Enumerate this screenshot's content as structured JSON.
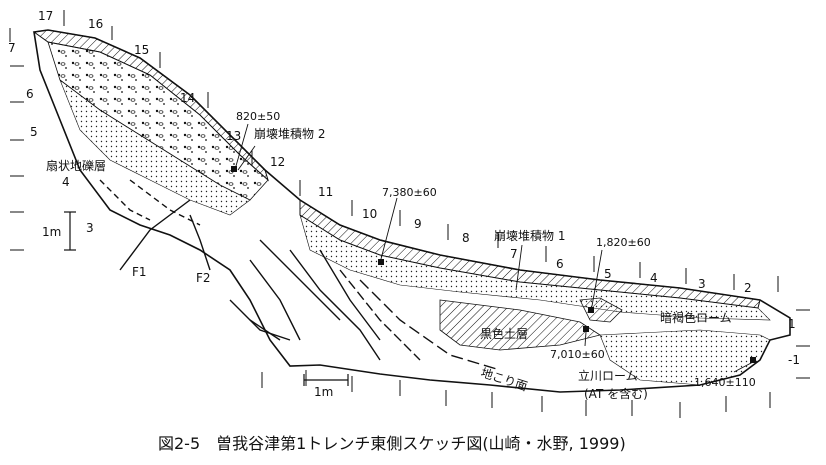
{
  "figure": {
    "caption": "図2-5　曽我谷津第1トレンチ東側スケッチ図(山崎・水野, 1999)"
  },
  "trench": {
    "section_numbers_top": [
      "17",
      "16",
      "15",
      "14",
      "13",
      "12",
      "11",
      "10",
      "9",
      "8",
      "7",
      "6",
      "5",
      "4",
      "3",
      "2"
    ],
    "side_numbers": [
      "7",
      "6",
      "5",
      "4",
      "3",
      "1",
      "-1"
    ],
    "dates": [
      "820±50",
      "7,380±60",
      "1,820±60",
      "7,010±60",
      "1,640±110"
    ],
    "layer_labels": {
      "collapse_deposit_2": "崩壊堆積物 2",
      "collapse_deposit_1": "崩壊堆積物 1",
      "fan_gravel": "扇状地礫層",
      "dark_brown_loam": "暗褐色ローム",
      "black_soil": "黒色土層",
      "tachikawa_loam": "立川ローム",
      "tachikawa_note": "(AT を含む)",
      "slip_surface": "地こり面"
    },
    "faults": [
      "F1",
      "F2"
    ],
    "scale": {
      "vertical": "1m",
      "horizontal": "1m"
    }
  }
}
